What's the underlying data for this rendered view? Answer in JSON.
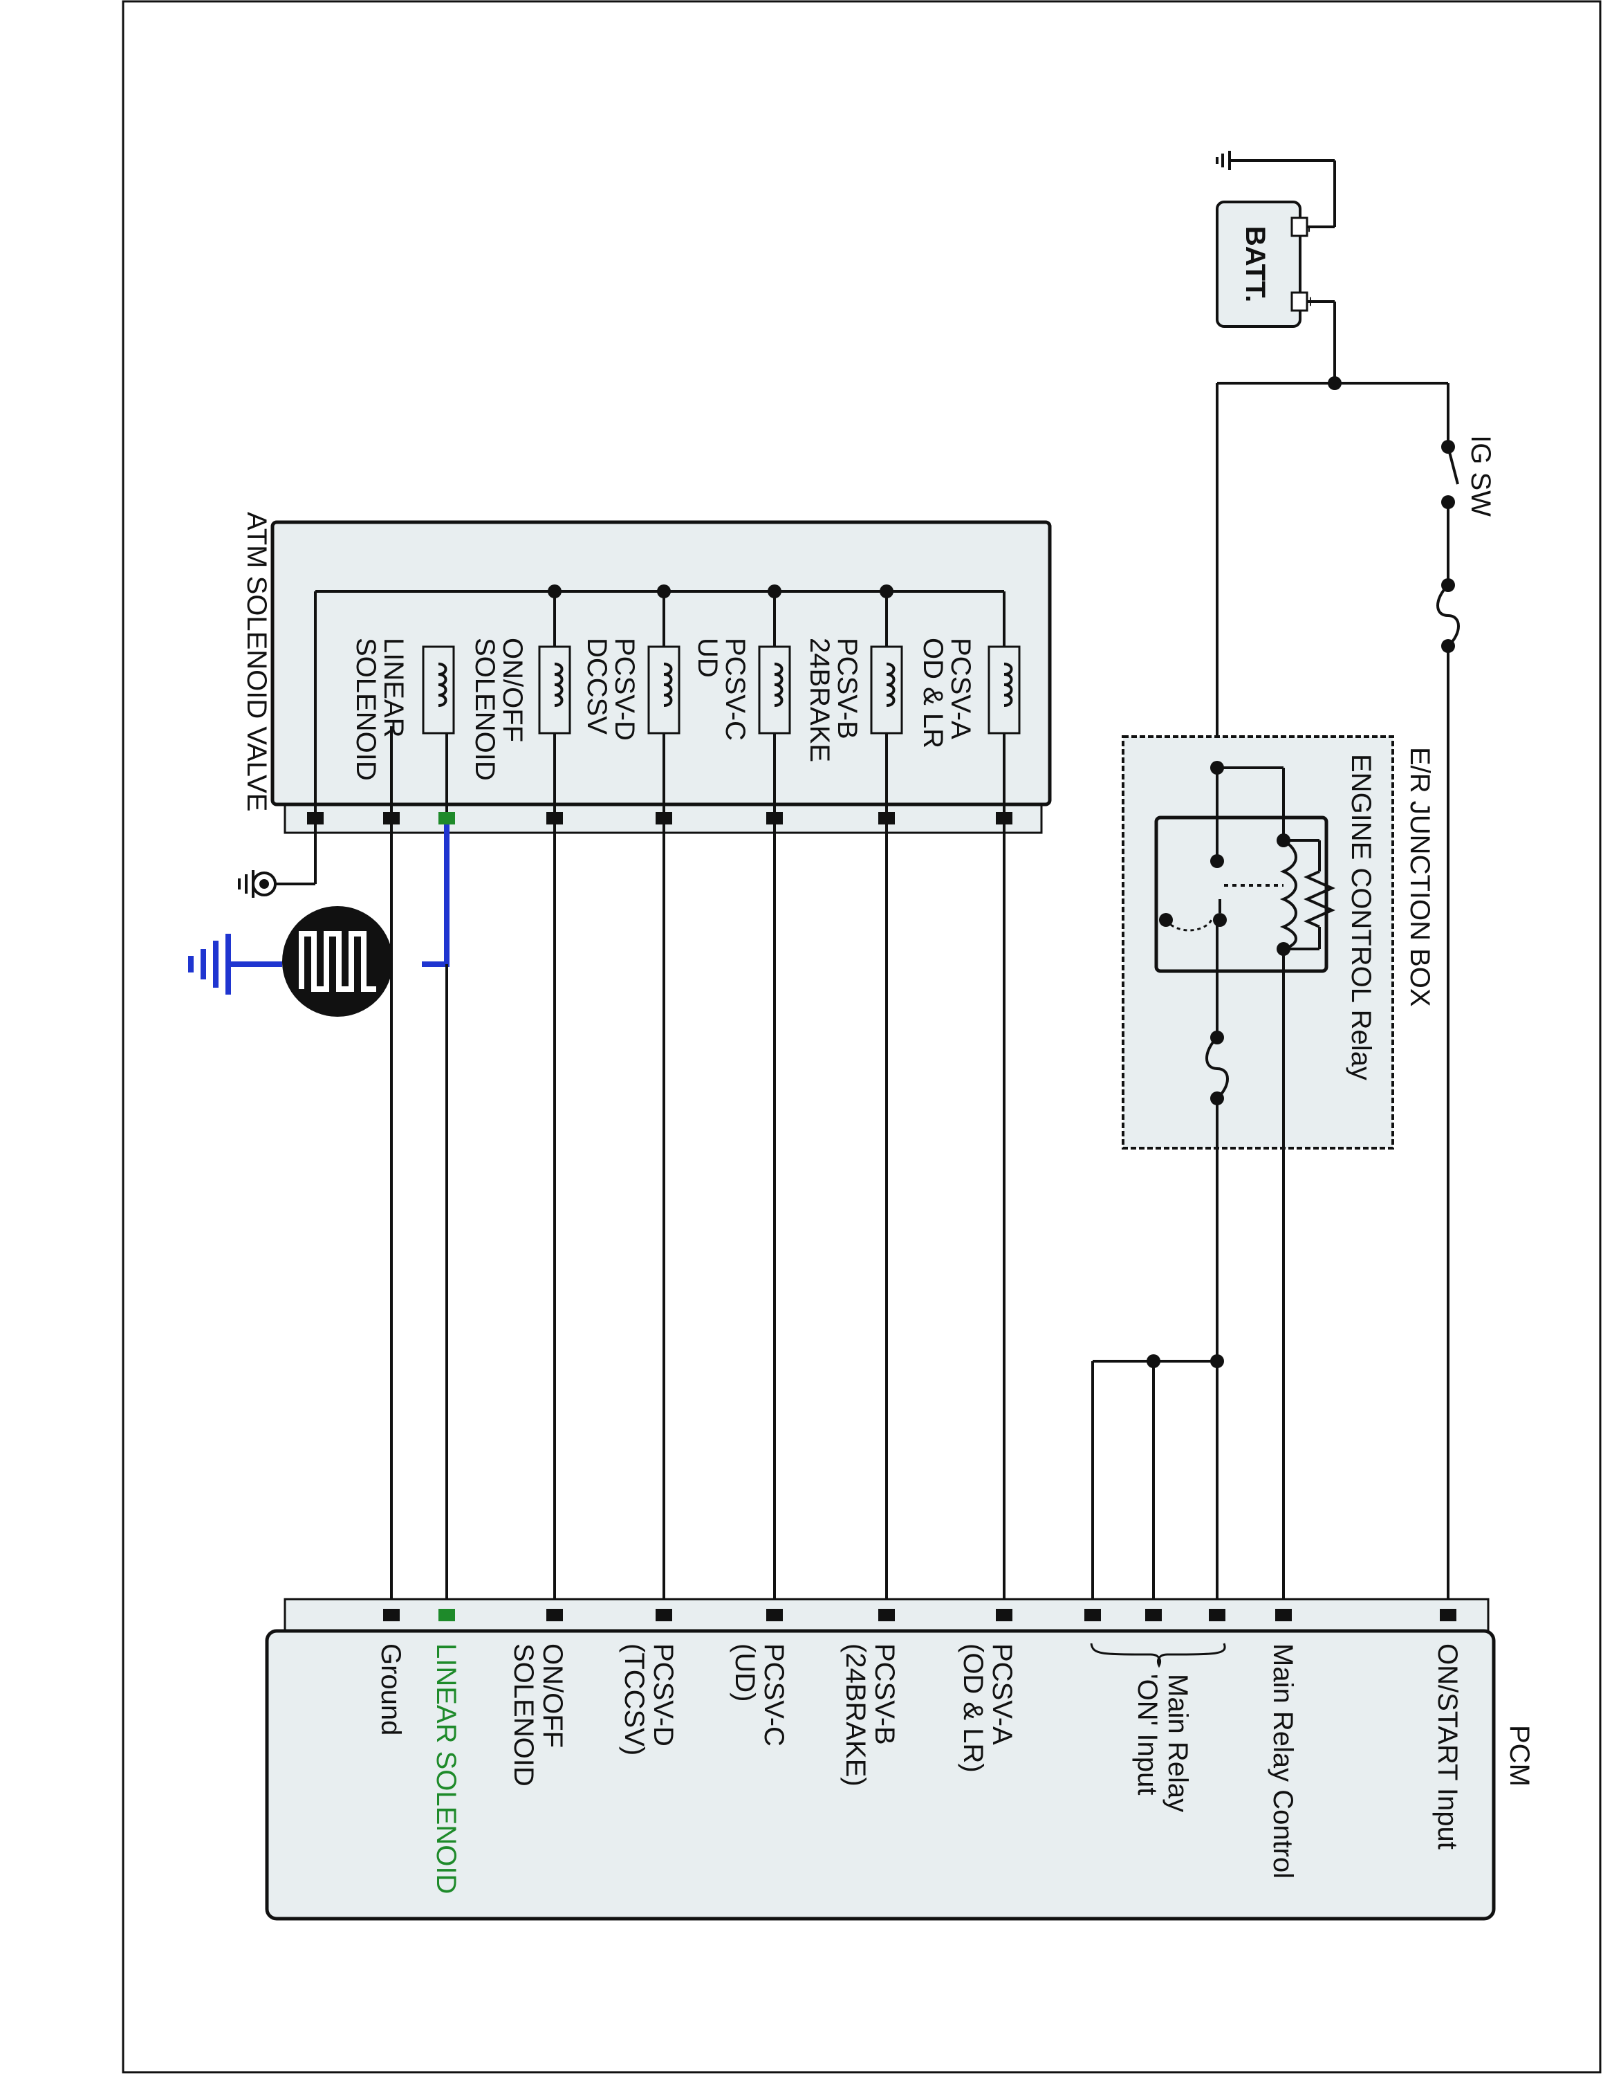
{
  "battery": {
    "label": "BATT.",
    "minus": "-",
    "plus": "+"
  },
  "ig_switch": {
    "label": "IG SW"
  },
  "junction_box": {
    "title": "E/R JUNCTION BOX",
    "relay_label": "ENGINE CONTROL Relay"
  },
  "solenoid_valve": {
    "title": "ATM SOLENOID VALVE",
    "coils": [
      {
        "line1": "PCSV-A",
        "line2": "OD & LR"
      },
      {
        "line1": "PCSV-B",
        "line2": "24BRAKE"
      },
      {
        "line1": "PCSV-C",
        "line2": "UD"
      },
      {
        "line1": "PCSV-D",
        "line2": "DCCSV"
      },
      {
        "line1": "ON/OFF",
        "line2": "SOLENOID"
      },
      {
        "line1": "LINEAR",
        "line2": "SOLENOID"
      }
    ]
  },
  "pcm": {
    "title": "PCM",
    "pins": {
      "on_start": "ON/START Input",
      "main_relay_control": "Main Relay Control",
      "main_relay_on_1": "Main Relay",
      "main_relay_on_2": "'ON' Input",
      "pcsv_a_1": "PCSV-A",
      "pcsv_a_2": "(OD & LR)",
      "pcsv_b_1": "PCSV-B",
      "pcsv_b_2": "(24BRAKE)",
      "pcsv_c_1": "PCSV-C",
      "pcsv_c_2": "(UD)",
      "pcsv_d_1": "PCSV-D",
      "pcsv_d_2": "(TCCSV)",
      "onoff_1": "ON/OFF",
      "onoff_2": "SOLENOID",
      "linear": "LINEAR SOLENOID",
      "ground": "Ground"
    }
  },
  "colors": {
    "highlight_wire": "#1f35d0",
    "highlight_text": "#1e8a2a"
  }
}
